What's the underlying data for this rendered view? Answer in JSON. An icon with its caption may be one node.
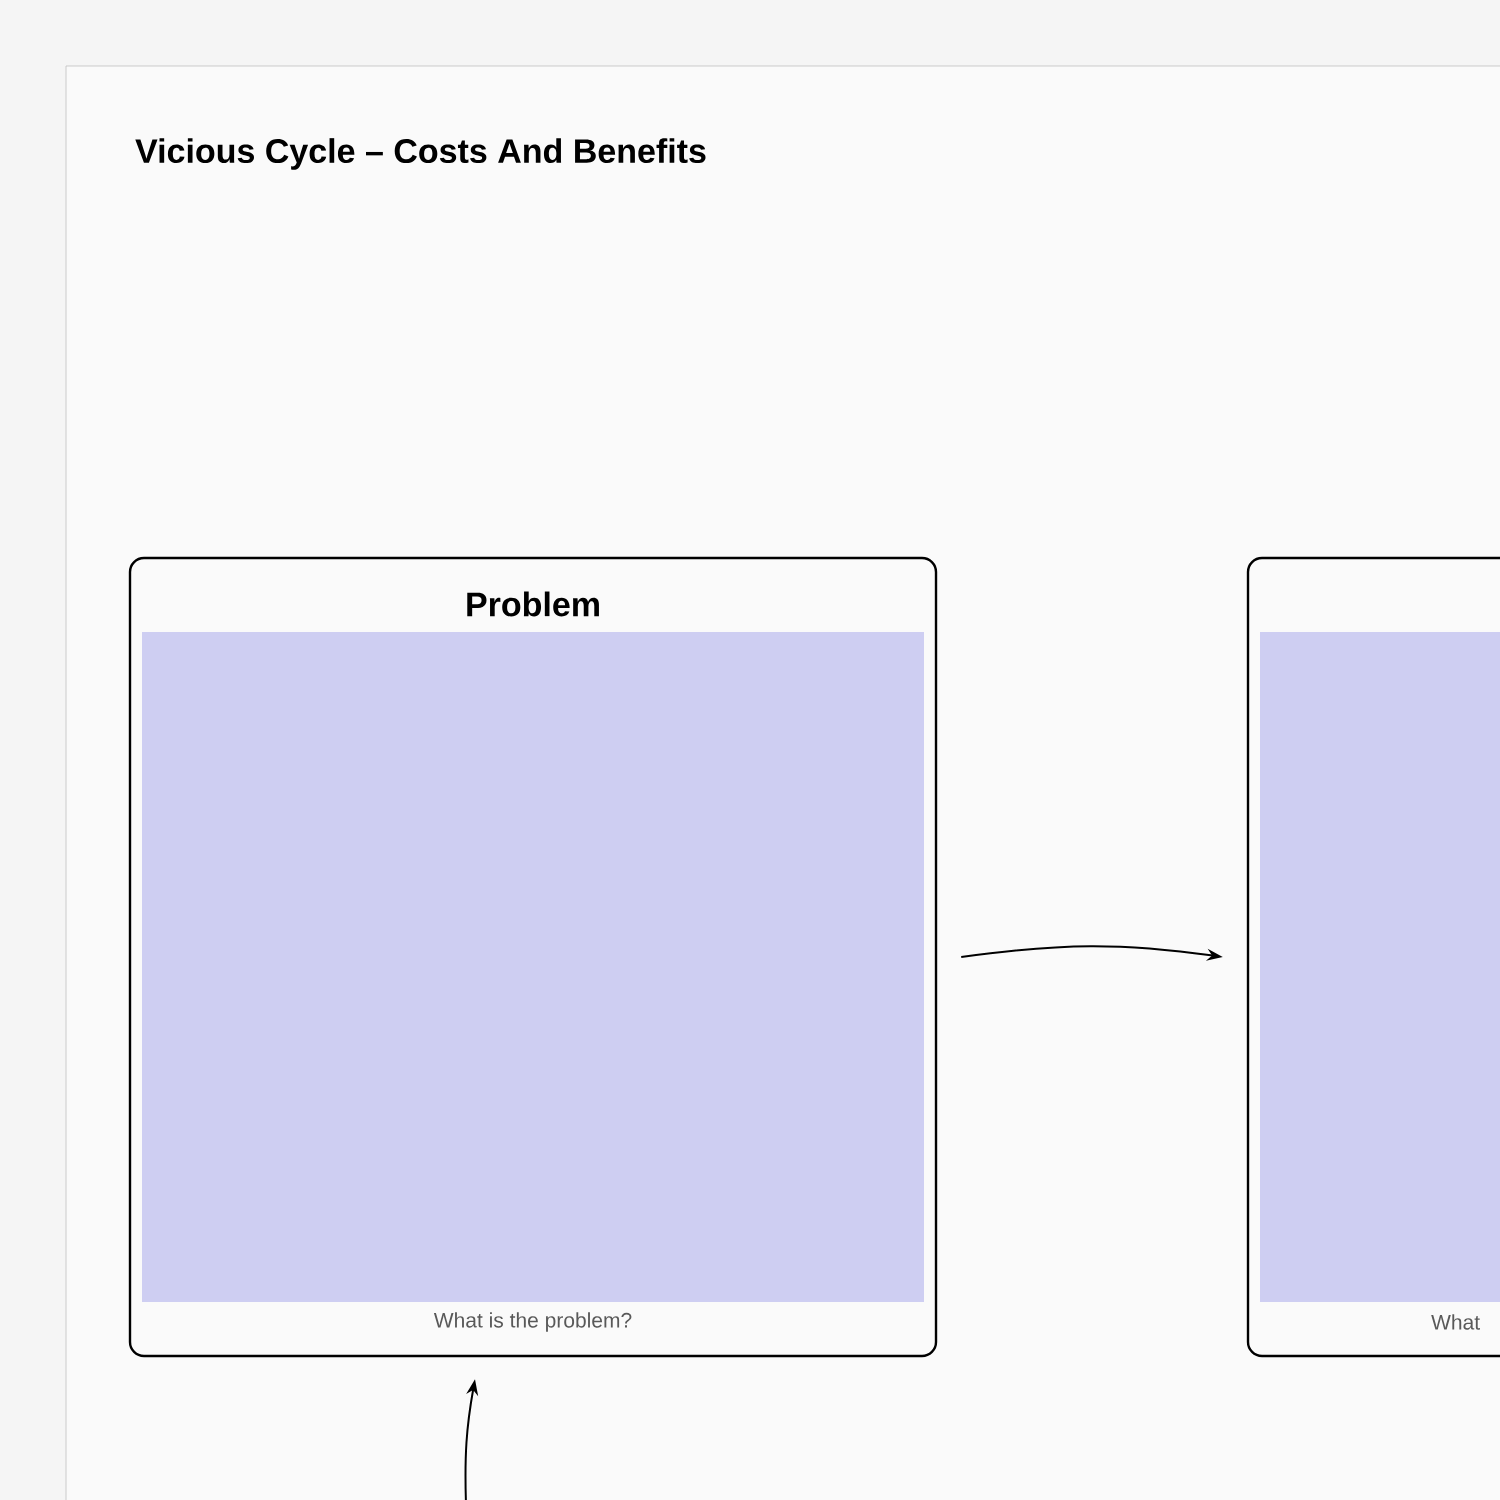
{
  "diagram": {
    "title": "Vicious Cycle – Costs And Benefits",
    "nodes": [
      {
        "text": [
          "Problem",
          "What is the problem?"
        ]
      },
      {
        "text": [
          "What"
        ]
      }
    ],
    "edges": [
      {
        "from": 0,
        "to": 1,
        "arrow": "to"
      },
      {
        "from": null,
        "to": 0,
        "arrow": "to"
      }
    ]
  }
}
